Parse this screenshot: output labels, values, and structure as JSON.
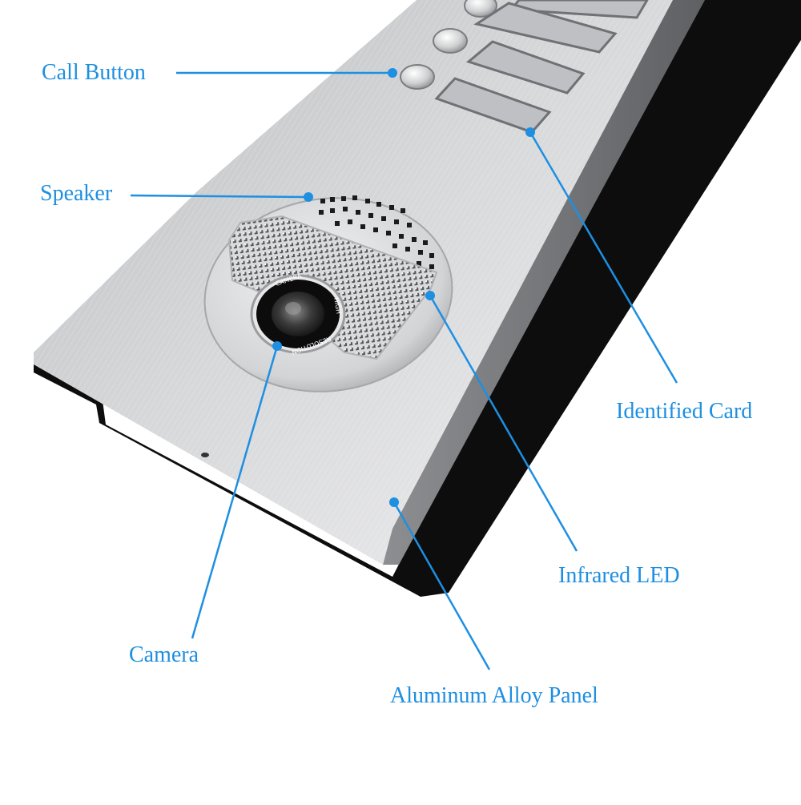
{
  "figure": {
    "subject": "Aluminum video door intercom panel",
    "accent_color": "#1E8FE1",
    "panel_color": "#C9CBCD",
    "frame_color": "#0D0D0D"
  },
  "callouts": [
    {
      "id": "call-button",
      "label": "Call Button"
    },
    {
      "id": "speaker",
      "label": "Speaker"
    },
    {
      "id": "identified-card",
      "label": "Identified Card"
    },
    {
      "id": "infrared-led",
      "label": "Infrared LED"
    },
    {
      "id": "camera",
      "label": "Camera"
    },
    {
      "id": "aluminum-alloy-panel",
      "label": "Aluminum Alloy Panel"
    }
  ],
  "camera_ring_text": {
    "top": "CAMERA",
    "right": "HIGH",
    "bottom": "RESOLUTION"
  }
}
